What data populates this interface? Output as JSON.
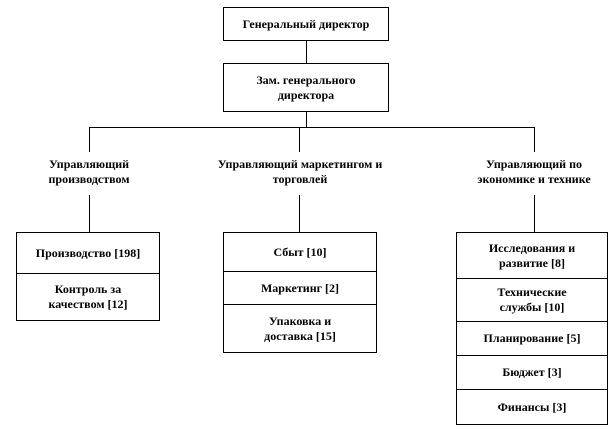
{
  "top": {
    "ceo": "Генеральный директор",
    "deputy": "Зам. генерального директора"
  },
  "branches": [
    {
      "head": "Управляющий производством",
      "units": [
        "Производство [198]",
        "Контроль за качеством [12]"
      ]
    },
    {
      "head": "Управляющий маркетингом и торговлей",
      "units": [
        "Сбыт [10]",
        "Маркетинг [2]",
        "Упаковка и доставка [15]"
      ]
    },
    {
      "head": "Управляющий по экономике и технике",
      "units": [
        "Исследования и развитие [8]",
        "Технические службы [10]",
        "Планирование [5]",
        "Бюджет [3]",
        "Финансы [3]"
      ]
    }
  ]
}
